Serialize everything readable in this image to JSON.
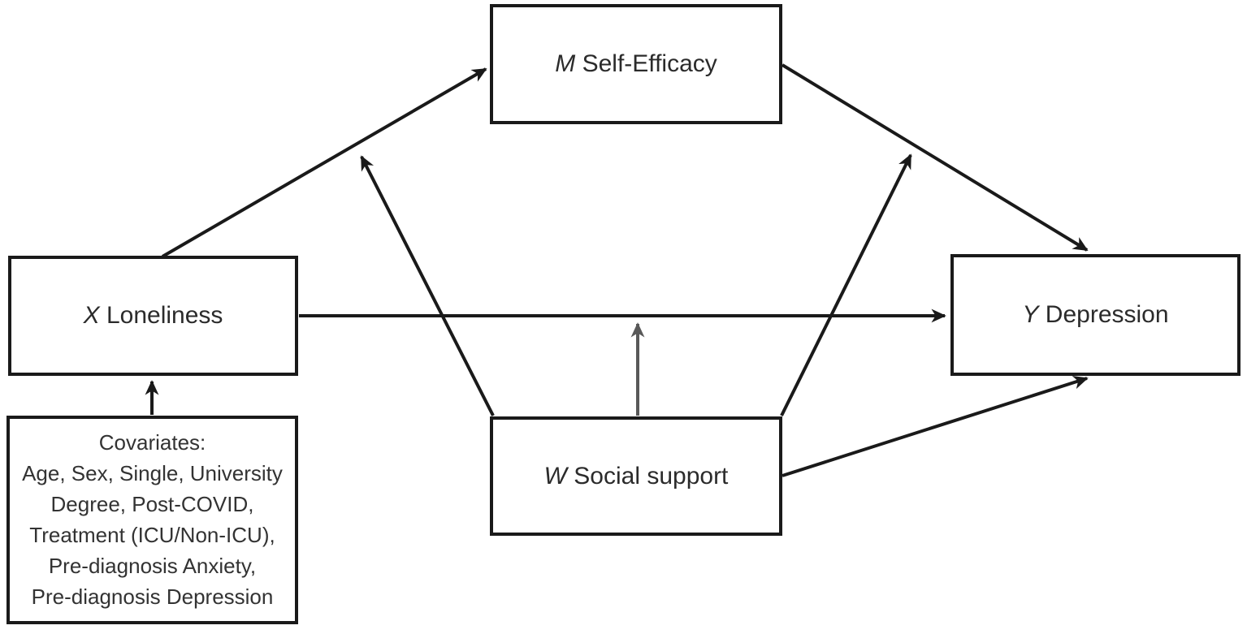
{
  "nodes": {
    "m": {
      "symbol": "M",
      "label": "Self-Efficacy"
    },
    "x": {
      "symbol": "X",
      "label": "Loneliness"
    },
    "y": {
      "symbol": "Y",
      "label": "Depression"
    },
    "w": {
      "symbol": "W",
      "label": "Social support"
    }
  },
  "covariates": {
    "lines": [
      "Covariates:",
      "Age, Sex, Single, University",
      "Degree, Post-COVID,",
      "Treatment (ICU/Non-ICU),",
      "Pre-diagnosis Anxiety,",
      "Pre-diagnosis Depression"
    ]
  },
  "edges": [
    {
      "from": "X Loneliness",
      "to": "M Self-Efficacy",
      "color": "#1a1a1a"
    },
    {
      "from": "M Self-Efficacy",
      "to": "Y Depression",
      "color": "#1a1a1a"
    },
    {
      "from": "X Loneliness",
      "to": "Y Depression",
      "color": "#1a1a1a"
    },
    {
      "from": "W Social support",
      "to": "Y Depression",
      "color": "#1a1a1a"
    },
    {
      "from": "W Social support",
      "to": "path X to M",
      "color": "#1a1a1a"
    },
    {
      "from": "W Social support",
      "to": "path M to Y",
      "color": "#1a1a1a"
    },
    {
      "from": "W Social support",
      "to": "path X to Y",
      "color": "#595959"
    },
    {
      "from": "Covariates",
      "to": "X Loneliness",
      "color": "#1a1a1a"
    }
  ],
  "colors": {
    "box_border": "#1a1a1a",
    "arrow_black": "#1a1a1a",
    "arrow_gray": "#595959",
    "text": "#2b2b2b",
    "background": "#ffffff"
  }
}
